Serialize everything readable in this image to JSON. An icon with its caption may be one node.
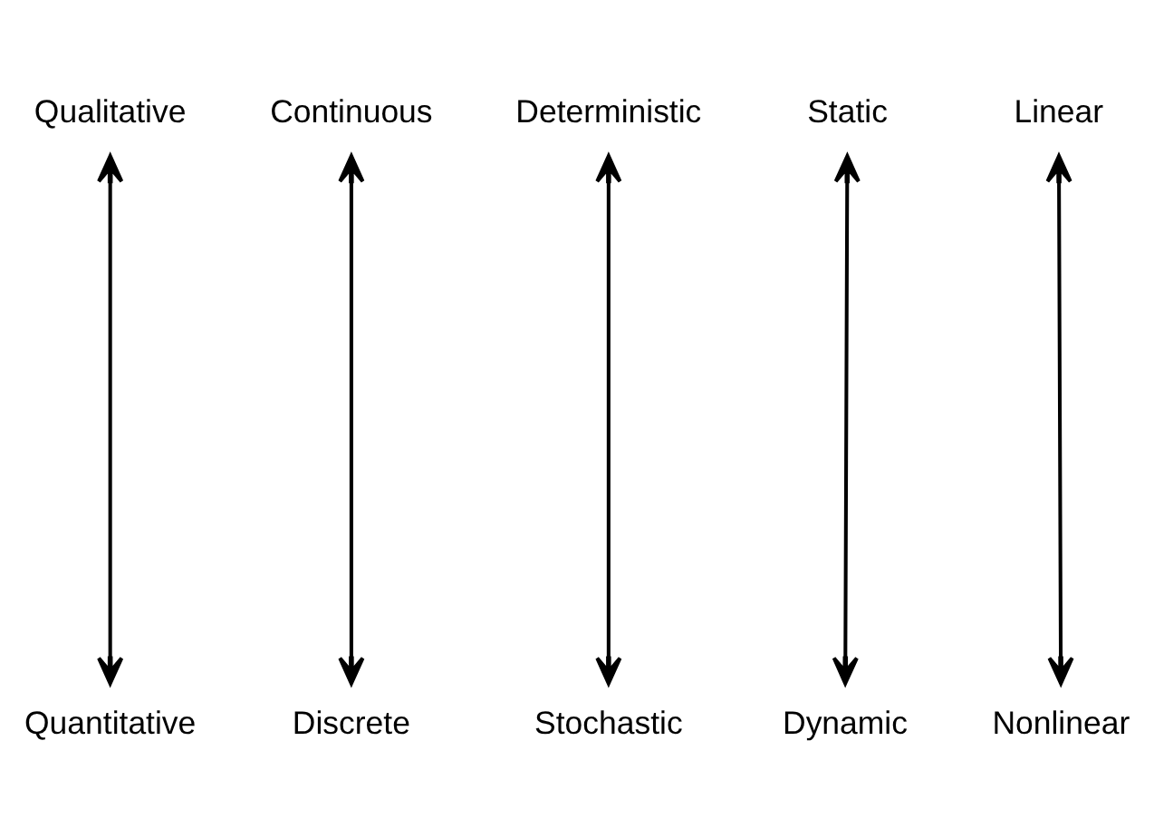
{
  "diagram": {
    "nodes": [
      {
        "text": [
          "Qualitative"
        ]
      },
      {
        "text": [
          "Continuous"
        ]
      },
      {
        "text": [
          "Deterministic"
        ]
      },
      {
        "text": [
          "Static"
        ]
      },
      {
        "text": [
          "Linear"
        ]
      },
      {
        "text": [
          "Quantitative"
        ]
      },
      {
        "text": [
          "Discrete"
        ]
      },
      {
        "text": [
          "Stochastic"
        ]
      },
      {
        "text": [
          "Dynamic"
        ]
      },
      {
        "text": [
          "Nonlinear"
        ]
      }
    ],
    "edges": [
      {
        "from": 0,
        "to": 5,
        "arrow": "both"
      },
      {
        "from": 1,
        "to": 6,
        "arrow": "both"
      },
      {
        "from": 2,
        "to": 7,
        "arrow": "both"
      },
      {
        "from": 3,
        "to": 8,
        "arrow": "both"
      },
      {
        "from": 4,
        "to": 9,
        "arrow": "both"
      }
    ]
  }
}
